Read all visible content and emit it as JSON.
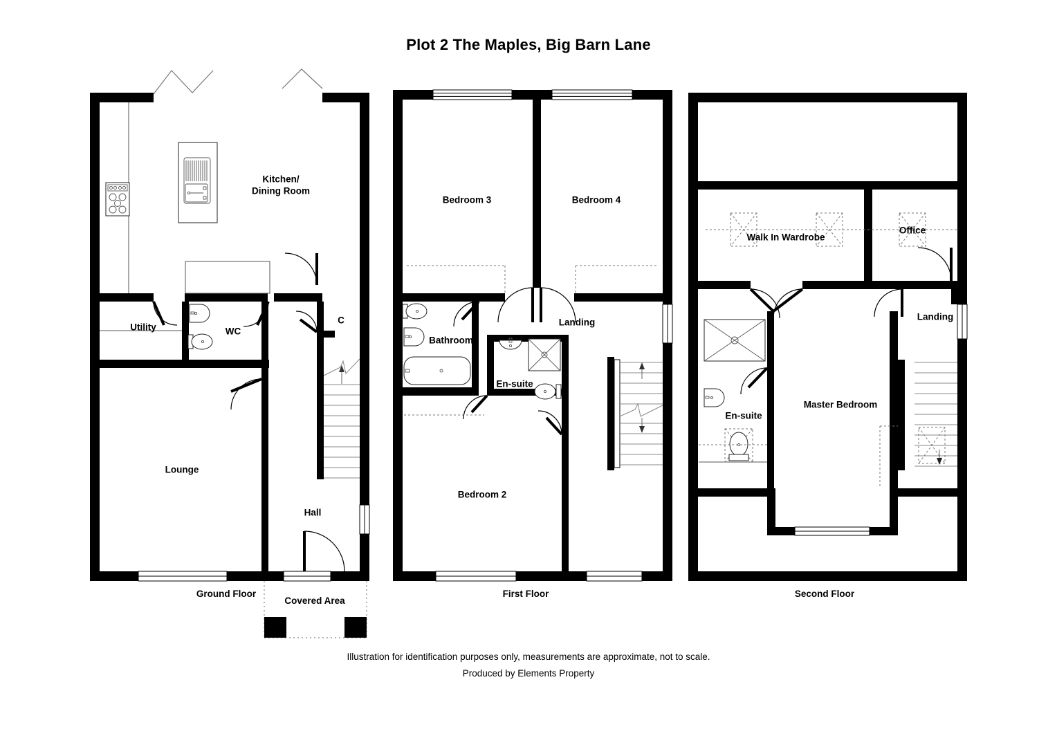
{
  "title": "Plot 2 The Maples, Big Barn Lane",
  "footer": {
    "line1": "Illustration for identification purposes only, measurements are approximate, not to scale.",
    "line2": "Produced by Elements Property"
  },
  "floors": [
    {
      "id": "ground",
      "caption": "Ground Floor",
      "extra_caption": "Covered Area",
      "rooms": [
        {
          "name": "Kitchen/",
          "name2": "Dining Room"
        },
        {
          "name": "Utility"
        },
        {
          "name": "WC"
        },
        {
          "name": "C"
        },
        {
          "name": "Lounge"
        },
        {
          "name": "Hall"
        }
      ],
      "fixtures": [
        "hob-icon",
        "sink-icon",
        "basin-icon",
        "toilet-icon",
        "staircase-icon",
        "counter-icon"
      ]
    },
    {
      "id": "first",
      "caption": "First Floor",
      "rooms": [
        {
          "name": "Bedroom 3"
        },
        {
          "name": "Bedroom 4"
        },
        {
          "name": "Landing"
        },
        {
          "name": "Bathroom"
        },
        {
          "name": "En-suite"
        },
        {
          "name": "Bedroom 2"
        }
      ],
      "fixtures": [
        "toilet-icon",
        "basin-icon",
        "bathtub-icon",
        "shower-icon",
        "staircase-icon"
      ]
    },
    {
      "id": "second",
      "caption": "Second Floor",
      "rooms": [
        {
          "name": "Walk In Wardrobe"
        },
        {
          "name": "Office"
        },
        {
          "name": "Landing"
        },
        {
          "name": "En-suite"
        },
        {
          "name": "Master Bedroom"
        }
      ],
      "fixtures": [
        "shower-icon",
        "basin-icon",
        "toilet-icon",
        "staircase-icon",
        "rooflight-icon"
      ]
    }
  ],
  "colors": {
    "wall": "#000000",
    "background": "#ffffff",
    "fixture_stroke": "#222222",
    "eaves_dash": "#777777"
  }
}
